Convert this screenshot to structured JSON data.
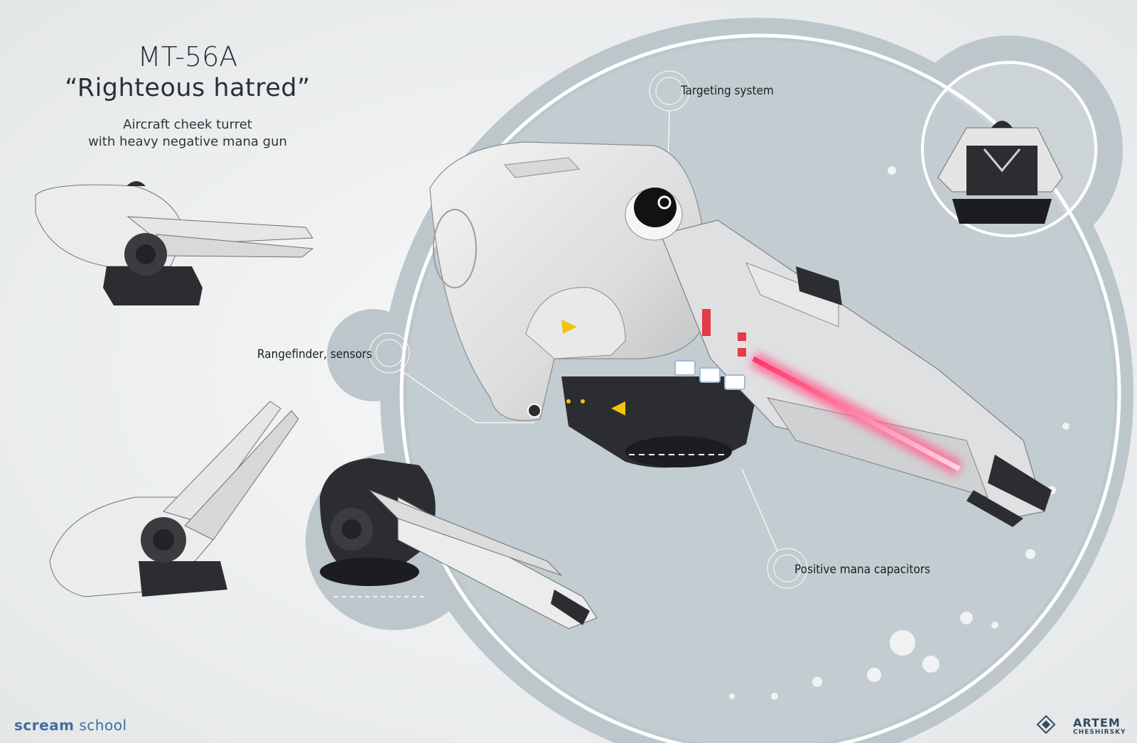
{
  "title": "MT-56A",
  "subtitle": "“Righteous hatred”",
  "description": [
    "Aircraft cheek turret",
    "with heavy negative mana gun"
  ],
  "callouts": {
    "targeting": "Targeting system",
    "rangefinder": "Rangefinder, sensors",
    "capacitors": "Positive mana capacitors"
  },
  "brand": {
    "part1": "scream",
    "part2": " school"
  },
  "artist": {
    "name": "ARTEM",
    "surname": "CHESHIRSKY"
  },
  "colors": {
    "circle_fill": "#bcc6cb",
    "hull": "#e6e6e6",
    "dark": "#2b2d30",
    "beam": "#ff4a7a",
    "brand": "#3f6f9c"
  }
}
